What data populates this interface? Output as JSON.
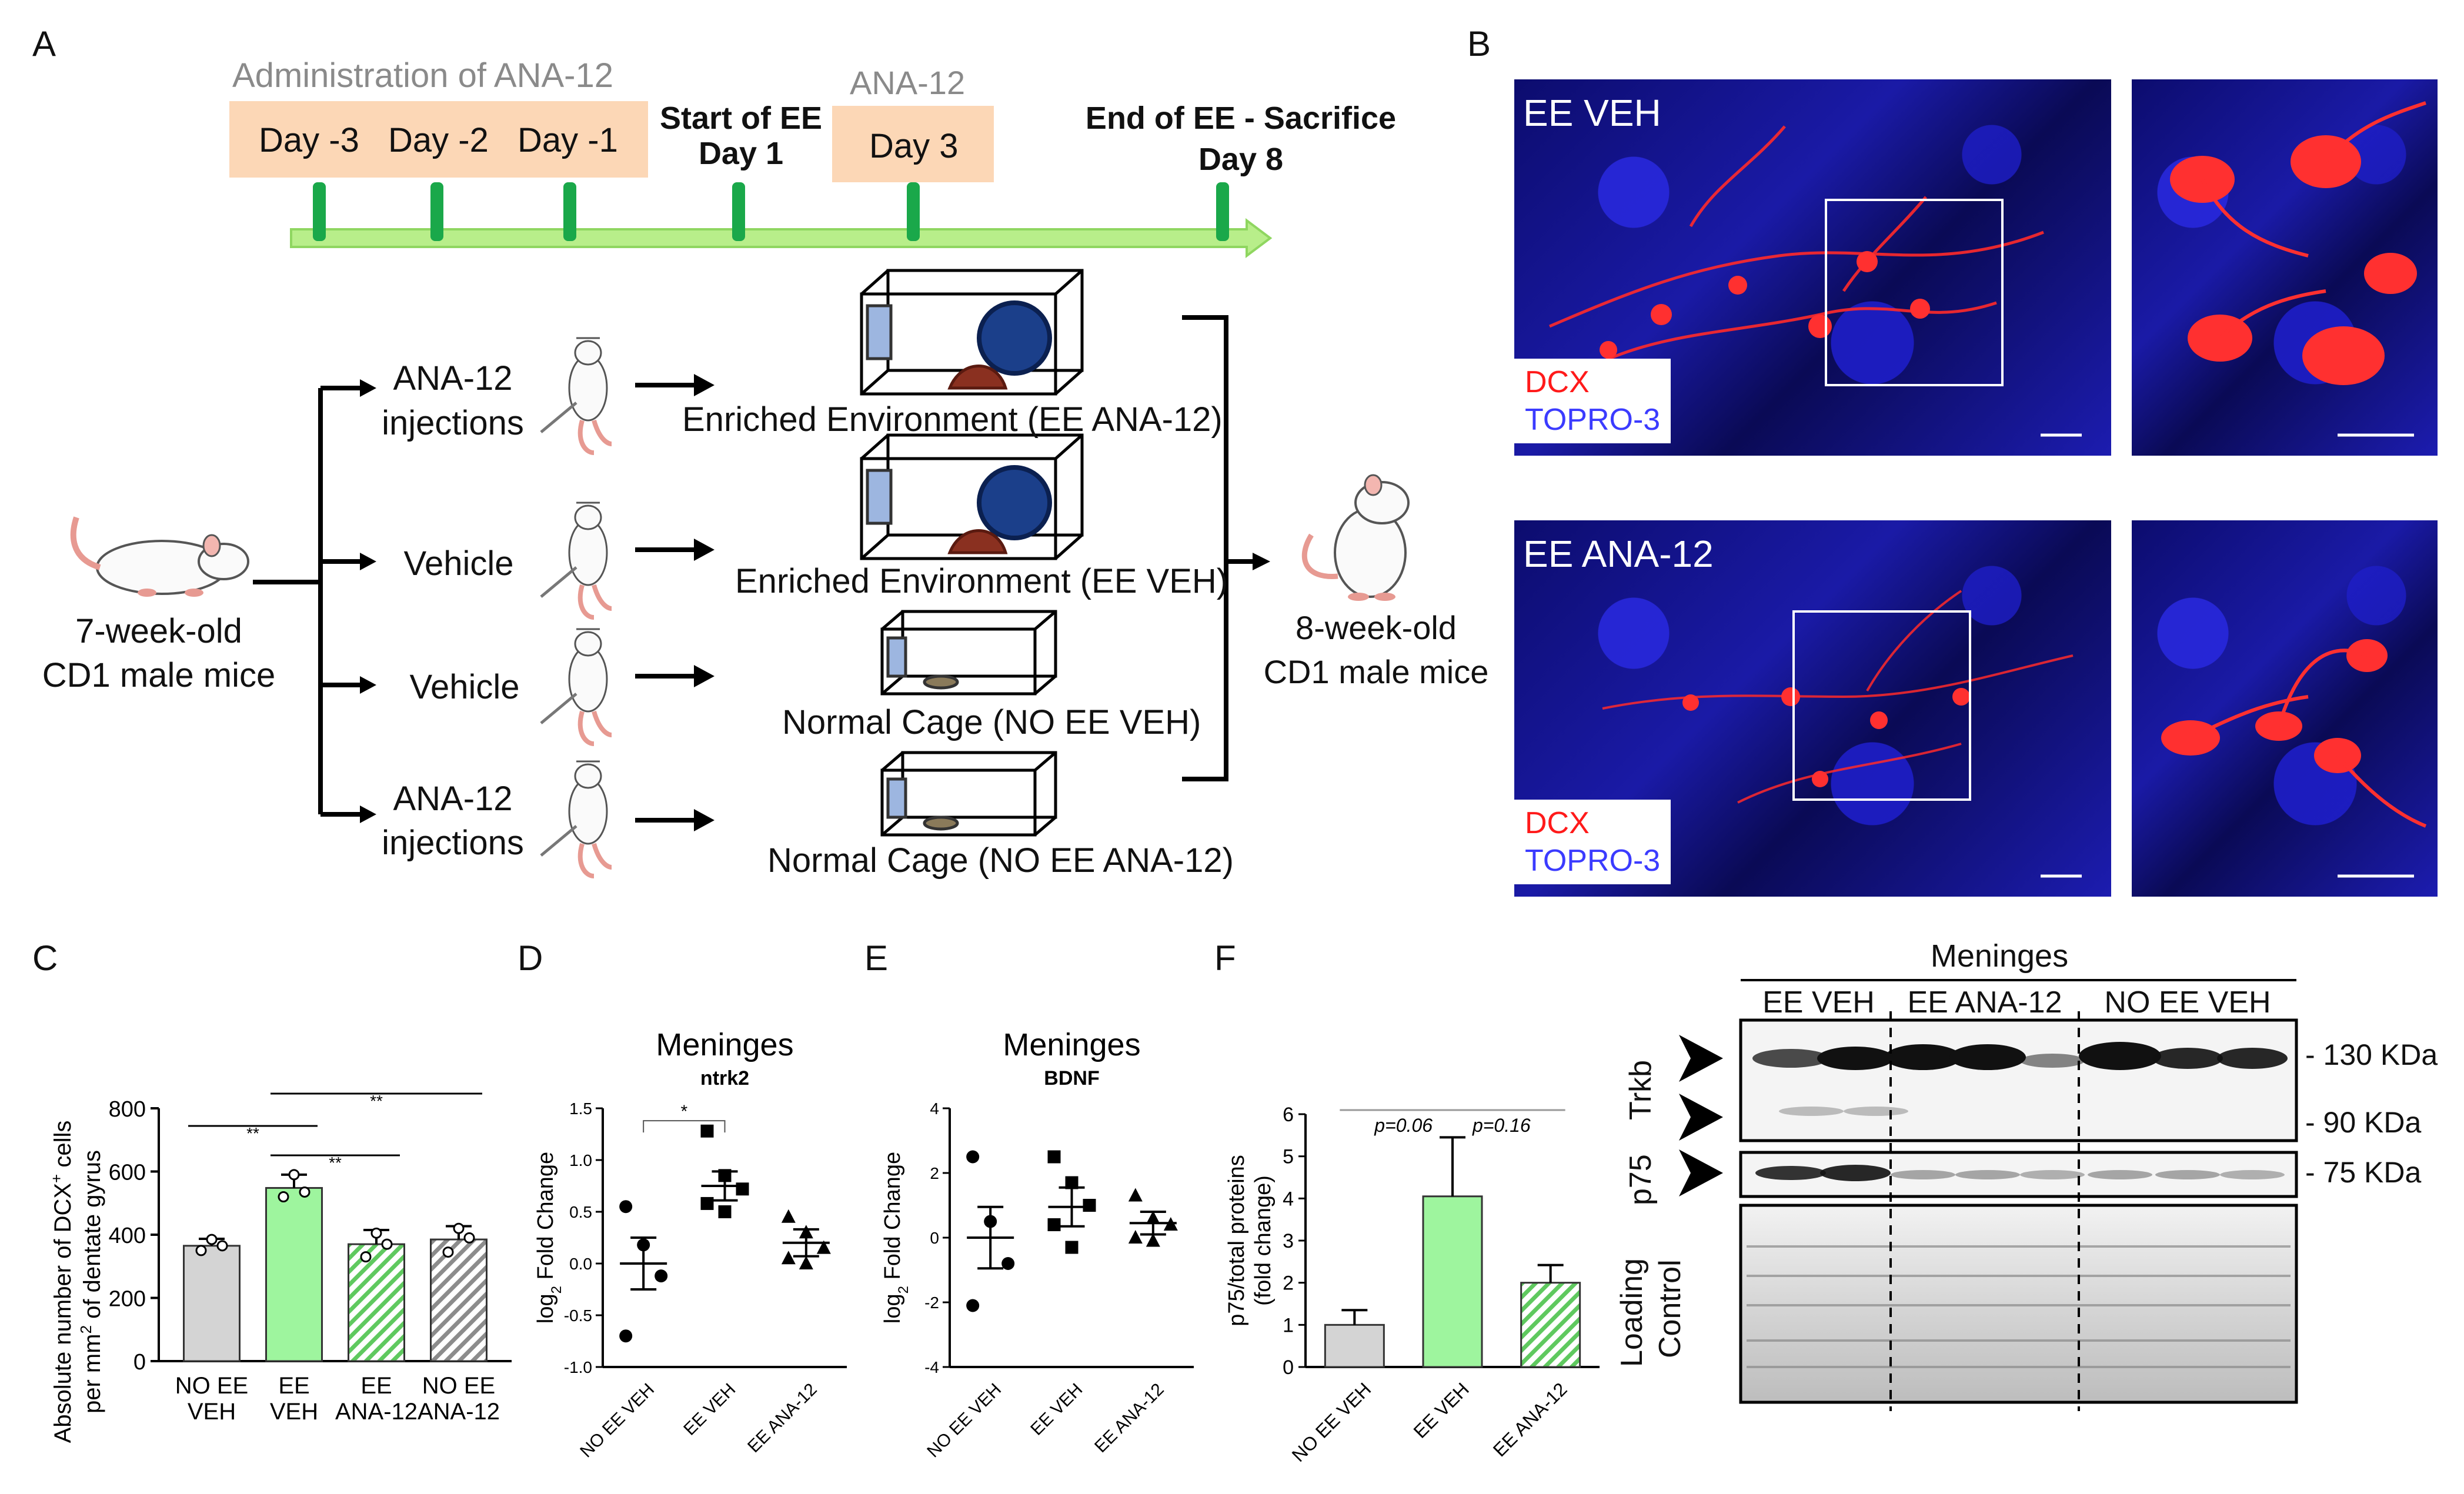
{
  "panels": {
    "a": "A",
    "b": "B",
    "c": "C",
    "d": "D",
    "e": "E",
    "f": "F"
  },
  "timeline": {
    "admin_label": "Administration of ANA-12",
    "days_admin": [
      "Day -3",
      "Day -2",
      "Day -1"
    ],
    "start_ee": "Start of EE",
    "day1": "Day 1",
    "ana12_label": "ANA-12",
    "day3": "Day 3",
    "end_ee": "End of EE - Sacrifice",
    "day8": "Day 8"
  },
  "design": {
    "start_mice": [
      "7-week-old",
      "CD1 male mice"
    ],
    "end_mice": [
      "8-week-old",
      "CD1 male mice"
    ],
    "treatments": [
      [
        "ANA-12",
        "injections"
      ],
      [
        "Vehicle"
      ],
      [
        "Vehicle"
      ],
      [
        "ANA-12",
        "injections"
      ]
    ],
    "cages": [
      "Enriched Environment (EE ANA-12)",
      "Enriched Environment (EE VEH)",
      "Normal Cage (NO EE VEH)",
      "Normal Cage (NO EE ANA-12)"
    ]
  },
  "micro": {
    "top_title": "EE VEH",
    "bottom_title": "EE ANA-12",
    "stain1": "DCX",
    "stain2": "TOPRO-3",
    "colors": {
      "dcx": "#ff1a1a",
      "topro": "#3b3bff"
    }
  },
  "western": {
    "title": "Meninges",
    "groups": [
      "EE VEH",
      "EE ANA-12",
      "NO EE VEH"
    ],
    "rows": [
      "Trkb",
      "p75",
      "Loading",
      "Control"
    ],
    "mw": [
      "- 130 KDa",
      "- 90 KDa",
      "- 75 KDa"
    ]
  },
  "chart_data": [
    {
      "type": "bar",
      "panel": "C",
      "categories": [
        [
          "NO EE",
          "VEH"
        ],
        [
          "EE",
          "VEH"
        ],
        [
          "EE",
          "ANA-12"
        ],
        [
          "NO EE",
          "ANA-12"
        ]
      ],
      "values": [
        365,
        548,
        370,
        385
      ],
      "errors": [
        22,
        42,
        45,
        42
      ],
      "points": [
        [
          350,
          385,
          365
        ],
        [
          520,
          590,
          535
        ],
        [
          330,
          405,
          370
        ],
        [
          345,
          420,
          390
        ]
      ],
      "fills": [
        "#d4d4d4",
        "#9ef59e",
        "hatch-green",
        "hatch-gray"
      ],
      "ylabel": [
        "Absolute number of DCX",
        "cells",
        "per mm",
        "of dentate gyrus"
      ],
      "yticks": [
        "0",
        "200",
        "400",
        "600",
        "800"
      ],
      "ylim": [
        0,
        800
      ],
      "sig": [
        "**",
        "**",
        "**"
      ]
    },
    {
      "type": "scatter",
      "panel": "D",
      "title": "Meninges",
      "subtitle": "ntrk2",
      "categories": [
        "NO EE VEH",
        "EE VEH",
        "EE ANA-12"
      ],
      "points": [
        [
          0.55,
          0.18,
          -0.12,
          -0.7
        ],
        [
          1.28,
          0.85,
          0.72,
          0.58,
          0.5
        ],
        [
          0.45,
          0.3,
          0.15,
          0.05,
          0.0
        ]
      ],
      "means": [
        0.0,
        0.75,
        0.2
      ],
      "sem": [
        0.25,
        0.14,
        0.13
      ],
      "ylabel": "log  Fold Change",
      "yticks": [
        "-1.0",
        "-0.5",
        "0.0",
        "0.5",
        "1.0",
        "1.5"
      ],
      "ylim": [
        -1.0,
        1.5
      ],
      "sig": "*"
    },
    {
      "type": "scatter",
      "panel": "E",
      "title": "Meninges",
      "subtitle": "BDNF",
      "categories": [
        "NO EE VEH",
        "EE VEH",
        "EE ANA-12"
      ],
      "points": [
        [
          2.5,
          0.5,
          -0.8,
          -2.1
        ],
        [
          2.5,
          1.7,
          1.0,
          0.4,
          -0.3
        ],
        [
          1.3,
          0.6,
          0.4,
          0.0,
          -0.1
        ]
      ],
      "means": [
        0.0,
        0.95,
        0.45
      ],
      "sem": [
        0.95,
        0.6,
        0.35
      ],
      "ylabel": "log  Fold Change",
      "yticks": [
        "-4",
        "-2",
        "0",
        "2",
        "4"
      ],
      "ylim": [
        -4,
        4
      ]
    },
    {
      "type": "bar",
      "panel": "F",
      "categories": [
        "NO EE VEH",
        "EE VEH",
        "EE ANA-12"
      ],
      "values": [
        1.0,
        4.05,
        2.0
      ],
      "errors": [
        0.35,
        1.4,
        0.42
      ],
      "fills": [
        "#d4d4d4",
        "#9ef59e",
        "hatch-green"
      ],
      "ylabel": [
        "p75/total proteins",
        "(fold change)"
      ],
      "yticks": [
        "0",
        "1",
        "2",
        "3",
        "4",
        "5",
        "6"
      ],
      "ylim": [
        0,
        6
      ],
      "sig": [
        "p=0.06",
        "p=0.16"
      ]
    }
  ]
}
